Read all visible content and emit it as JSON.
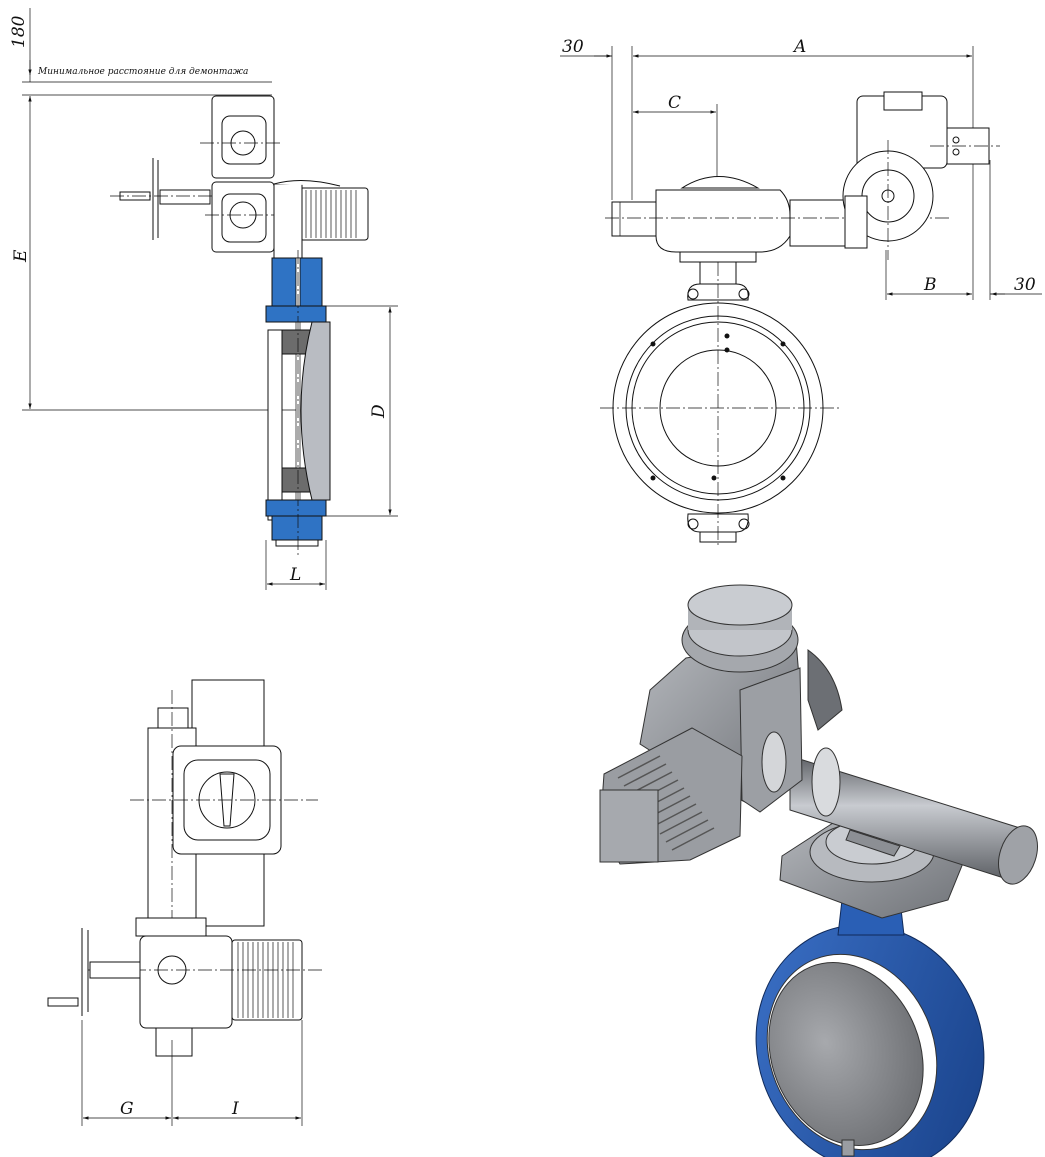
{
  "labels": {
    "dim_180": "180",
    "min_distance_note": "Минимальное расстояние для демонтажа",
    "dim_E": "E",
    "dim_D": "D",
    "dim_L": "L",
    "dim_30_left": "30",
    "dim_A": "A",
    "dim_C": "C",
    "dim_B": "B",
    "dim_30_right": "30",
    "dim_G": "G",
    "dim_I": "I"
  },
  "colors": {
    "section_blue": "#2f73c4",
    "seat_grey": "#6c6c6c",
    "disc_grey": "#b9bcc2",
    "body_blue_3d": "#2a5fb5",
    "actuator_grey_3d": "#8e9196"
  },
  "views": [
    "side-section-view",
    "front-view",
    "top-view",
    "isometric-view"
  ]
}
